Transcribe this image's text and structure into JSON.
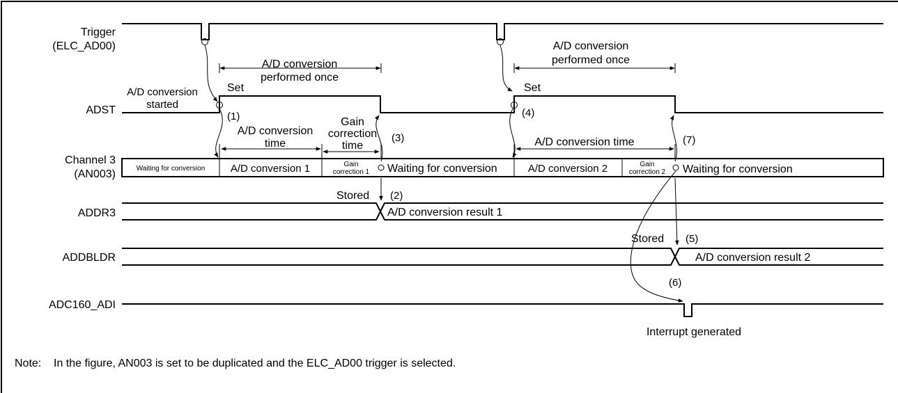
{
  "signals": {
    "trigger": "Trigger",
    "trigger_sub": "(ELC_AD00)",
    "adst": "ADST",
    "channel": "Channel 3",
    "channel_sub": "(AN003)",
    "addr3": "ADDR3",
    "addbldr": "ADDBLDR",
    "adi": "ADC160_ADI"
  },
  "annotations": {
    "ad_once_line1": "A/D conversion",
    "ad_once_line2": "performed once",
    "ad_started_line1": "A/D conversion",
    "ad_started_line2": "started",
    "set": "Set",
    "ad_time_line1": "A/D conversion",
    "ad_time_line2": "time",
    "gain_line1": "Gain",
    "gain_line2": "correction",
    "gain_line3": "time",
    "ad_time_full": "A/D conversion time",
    "stored": "Stored",
    "interrupt": "Interrupt generated",
    "m1": "(1)",
    "m2": "(2)",
    "m3": "(3)",
    "m4": "(4)",
    "m5": "(5)",
    "m6": "(6)",
    "m7": "(7)"
  },
  "channel_segments": {
    "waiting1": "Waiting for conversion",
    "conv1": "A/D conversion 1",
    "gain1_line1": "Gain",
    "gain1_line2": "correction 1",
    "waiting2": "Waiting for conversion",
    "conv2": "A/D conversion 2",
    "gain2_line1": "Gain",
    "gain2_line2": "correction 2",
    "waiting3": "Waiting for conversion"
  },
  "results": {
    "result1": "A/D conversion result 1",
    "result2": "A/D conversion result 2"
  },
  "note": {
    "label": "Note:",
    "text": "In the figure, AN003 is set to be duplicated and the ELC_AD00 trigger is selected."
  }
}
